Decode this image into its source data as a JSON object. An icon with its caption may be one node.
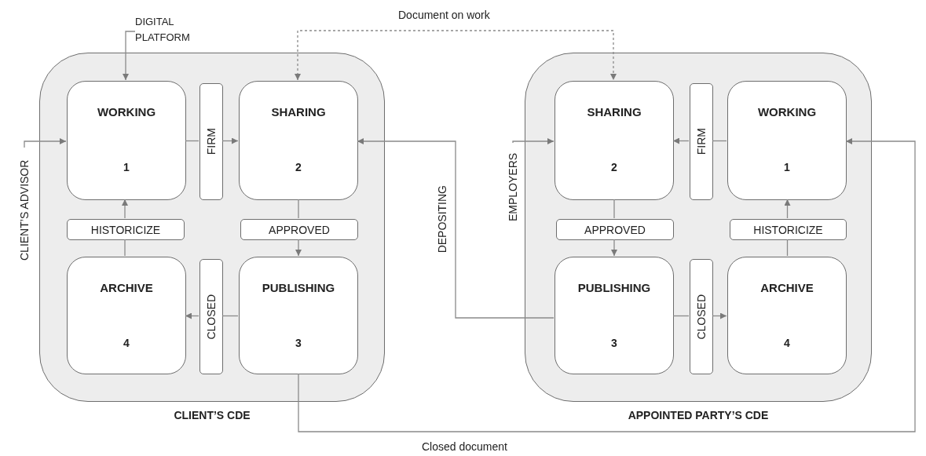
{
  "diagram": {
    "nodes": [
      {
        "text": [
          "CLIENT’S CDE"
        ]
      },
      {
        "text": [
          "WORKING",
          "1"
        ],
        "in": 0
      },
      {
        "text": [
          "FIRM"
        ],
        "in": 0
      },
      {
        "text": [
          "SHARING",
          "2"
        ],
        "in": 0
      },
      {
        "text": [
          "HISTORICIZE"
        ],
        "in": 0
      },
      {
        "text": [
          "APPROVED"
        ],
        "in": 0
      },
      {
        "text": [
          "ARCHIVE",
          "4"
        ],
        "in": 0
      },
      {
        "text": [
          "CLOSED"
        ],
        "in": 0
      },
      {
        "text": [
          "PUBLISHING",
          "3"
        ],
        "in": 0
      },
      {
        "text": [
          "APPOINTED PARTY’S CDE"
        ]
      },
      {
        "text": [
          "SHARING",
          "2"
        ],
        "in": 9
      },
      {
        "text": [
          "FIRM"
        ],
        "in": 9
      },
      {
        "text": [
          "WORKING",
          "1"
        ],
        "in": 9
      },
      {
        "text": [
          "APPROVED"
        ],
        "in": 9
      },
      {
        "text": [
          "HISTORICIZE"
        ],
        "in": 9
      },
      {
        "text": [
          "PUBLISHING",
          "3"
        ],
        "in": 9
      },
      {
        "text": [
          "CLOSED"
        ],
        "in": 9
      },
      {
        "text": [
          "ARCHIVE",
          "4"
        ],
        "in": 9
      },
      {
        "text": [
          "DIGITAL PLATFORM"
        ]
      },
      {
        "text": [
          "CLIENT’S ADVISOR"
        ]
      },
      {
        "text": [
          "EMPLOYERS"
        ]
      }
    ],
    "edges": [
      {
        "from": 1,
        "to": 2,
        "arrow": "none"
      },
      {
        "from": 2,
        "to": 3,
        "arrow": "to"
      },
      {
        "from": 3,
        "to": 5,
        "arrow": "none"
      },
      {
        "from": 5,
        "to": 8,
        "arrow": "to"
      },
      {
        "from": 8,
        "to": 7,
        "arrow": "none"
      },
      {
        "from": 7,
        "to": 6,
        "arrow": "to"
      },
      {
        "from": 6,
        "to": 4,
        "arrow": "none"
      },
      {
        "from": 4,
        "to": 1,
        "arrow": "to"
      },
      {
        "from": 12,
        "to": 11,
        "arrow": "none"
      },
      {
        "from": 11,
        "to": 10,
        "arrow": "to"
      },
      {
        "from": 10,
        "to": 13,
        "arrow": "none"
      },
      {
        "from": 13,
        "to": 15,
        "arrow": "to"
      },
      {
        "from": 15,
        "to": 16,
        "arrow": "none"
      },
      {
        "from": 16,
        "to": 17,
        "arrow": "to"
      },
      {
        "from": 17,
        "to": 14,
        "arrow": "none"
      },
      {
        "from": 14,
        "to": 12,
        "arrow": "to"
      },
      {
        "from": 18,
        "to": 1,
        "arrow": "to"
      },
      {
        "from": 19,
        "to": 1,
        "arrow": "to"
      },
      {
        "from": 20,
        "to": 10,
        "arrow": "to"
      },
      {
        "from": 15,
        "to": 3,
        "arrow": "to",
        "label": "DEPOSITING"
      },
      {
        "from": 3,
        "to": 10,
        "arrow": "both",
        "style": "dashed",
        "label": "Document on work"
      },
      {
        "from": 8,
        "to": 12,
        "arrow": "to",
        "label": "Closed document"
      }
    ]
  }
}
